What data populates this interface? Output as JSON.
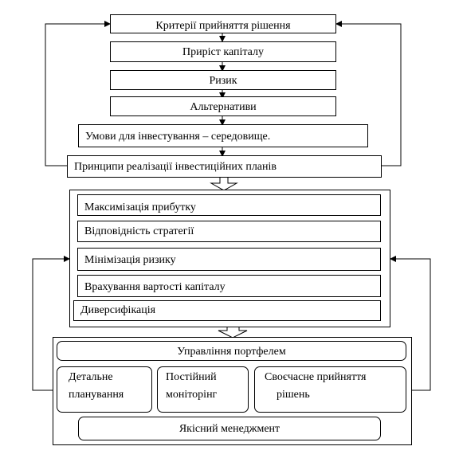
{
  "criteria_group": {
    "criteria": "Критерії прийняття рішення",
    "items": [
      "Приріст капіталу",
      "Ризик",
      "Альтернативи"
    ],
    "conditions": "Умови для інвестування – середовище.",
    "principles": "Принципи реалізації інвестиційних планів"
  },
  "principles_group": {
    "items": [
      "Максимізація прибутку",
      "Відповідність стратегії",
      "Мінімізація ризику",
      "Врахування вартості капіталу",
      "Диверсифікація"
    ]
  },
  "management_group": {
    "title": "Управління портфелем",
    "detail_line1": "Детальне",
    "detail_line2": "планування",
    "monitor_line1": "Постійний",
    "monitor_line2": "моніторінг",
    "timely_line1": "Своєчасне прийняття",
    "timely_line2": "рішень",
    "quality": "Якісний менеджмент"
  }
}
